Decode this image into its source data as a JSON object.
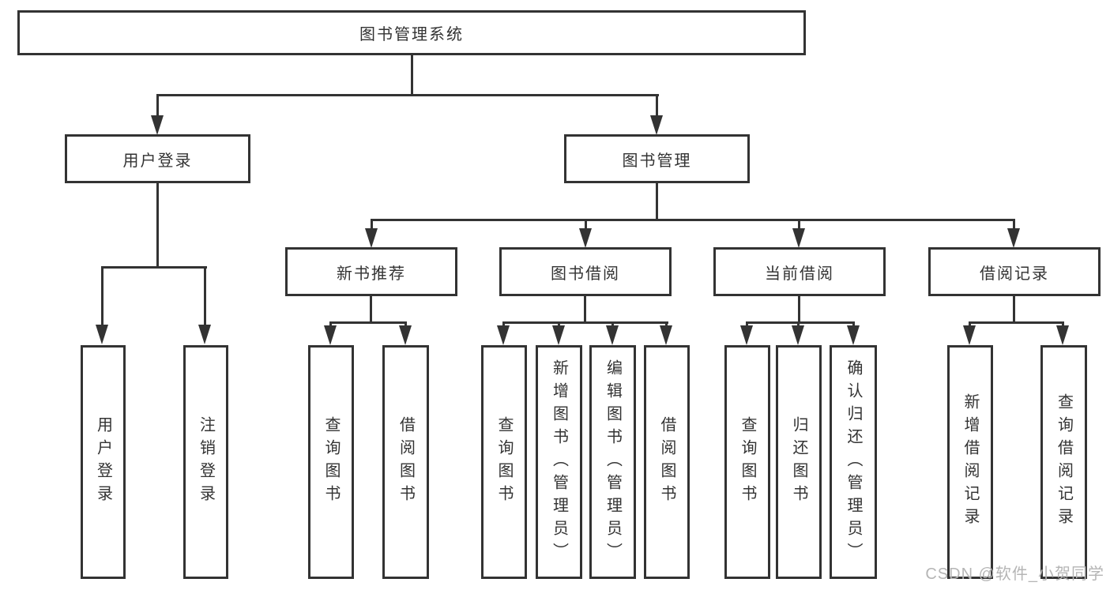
{
  "diagram": {
    "type": "hierarchy-tree",
    "line_color": "#333333",
    "background_color": "#ffffff",
    "root": {
      "label": "图书管理系统"
    },
    "branches": [
      {
        "label": "用户登录",
        "children": [
          {
            "label": "用户登录"
          },
          {
            "label": "注销登录"
          }
        ]
      },
      {
        "label": "图书管理",
        "children": [
          {
            "label": "新书推荐",
            "children": [
              {
                "label": "查询图书"
              },
              {
                "label": "借阅图书"
              }
            ]
          },
          {
            "label": "图书借阅",
            "children": [
              {
                "label": "查询图书"
              },
              {
                "label": "新增图书（管理员）"
              },
              {
                "label": "编辑图书（管理员）"
              },
              {
                "label": "借阅图书"
              }
            ]
          },
          {
            "label": "当前借阅",
            "children": [
              {
                "label": "查询图书"
              },
              {
                "label": "归还图书"
              },
              {
                "label": "确认归还（管理员）"
              }
            ]
          },
          {
            "label": "借阅记录",
            "children": [
              {
                "label": "新增借阅记录"
              },
              {
                "label": "查询借阅记录"
              }
            ]
          }
        ]
      }
    ],
    "watermark": "CSDN @软件_小贺同学"
  }
}
